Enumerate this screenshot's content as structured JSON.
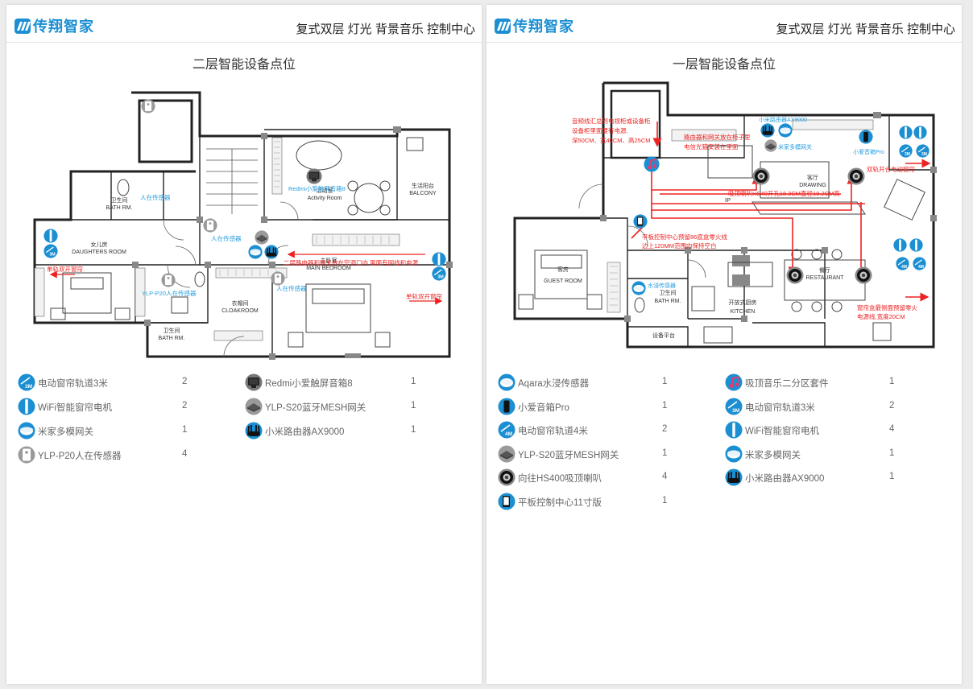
{
  "brand": {
    "name": "传翔智家",
    "color": "#1c8fd3"
  },
  "header_title": "复式双层 灯光 背景音乐 控制中心",
  "colors": {
    "accent": "#1c8fd3",
    "annotation": "#ee2222",
    "label_blue": "#2a9fe0"
  },
  "left": {
    "floor_title": "二层智能设备点位",
    "plan": {
      "rooms": [
        {
          "cn": "卫生间",
          "en": "BATH RM."
        },
        {
          "cn": "女儿房",
          "en": "DAUGHTERS ROOM"
        },
        {
          "cn": "卫生间",
          "en": "BATH RM."
        },
        {
          "cn": "衣帽间",
          "en": "CLOAKROOM"
        },
        {
          "cn": "主卧室",
          "en": "MAIN BEDROOM"
        },
        {
          "cn": "活动室",
          "en": "Activity Room"
        },
        {
          "cn": "生活阳台",
          "en": "BALCONY"
        }
      ],
      "device_labels": [
        "人在传感器",
        "人在传感器",
        "YLP-P20人在传感器",
        "人在传感器",
        "Redmi小爱触屏音箱8"
      ],
      "notes": [
        "二层路由器和网关放在空调口内,里面有网线和电源",
        "单轨双开窗帘",
        "单轨双开窗帘"
      ]
    },
    "legend": [
      {
        "icon": "track-3m-icon",
        "name": "电动窗帘轨道3米",
        "qty": "2"
      },
      {
        "icon": "curtain-motor-icon",
        "name": "WiFi智能窗帘电机",
        "qty": "2"
      },
      {
        "icon": "gateway-icon",
        "name": "米家多模网关",
        "qty": "1"
      },
      {
        "icon": "presence-sensor-icon",
        "name": "YLP-P20人在传感器",
        "qty": "4"
      },
      {
        "icon": "touch-speaker-icon",
        "name": "Redmi小爱触屏音箱8",
        "qty": "1"
      },
      {
        "icon": "mesh-gateway-icon",
        "name": "YLP-S20蓝牙MESH网关",
        "qty": "1"
      },
      {
        "icon": "router-icon",
        "name": "小米路由器AX9000",
        "qty": "1"
      }
    ]
  },
  "right": {
    "floor_title": "一层智能设备点位",
    "plan": {
      "rooms": [
        {
          "cn": "客厅",
          "en": "DRAWING"
        },
        {
          "cn": "客房",
          "en": "GUEST ROOM"
        },
        {
          "cn": "卫生间",
          "en": "BATH RM."
        },
        {
          "cn": "开放式厨房",
          "en": "KITCHEN"
        },
        {
          "cn": "餐厅",
          "en": "RESTAURANT"
        },
        {
          "cn": "设备平台",
          "en": ""
        }
      ],
      "device_labels": [
        "小米路由器AX9000",
        "米家多模网关",
        "小爱音箱Pro",
        "水浸传感器"
      ],
      "notes": [
        "音频线汇总到电视柜或设备柜",
        "设备柜里面要有电源,",
        "深50CM、宽40CM、高25CM",
        "路由器和网关放在柜子里",
        "电信光猫安装在里面",
        "双轨开合电动窗帘",
        "吸顶喇叭HS40开孔18.3CM直径19.2CM高",
        "平板控制中心预留86底盒零火线",
        "边上120MM范围内保持空白",
        "窗帘盒最侧面预留零火",
        "电源线,宽度20CM"
      ],
      "ip": "IP"
    },
    "legend": [
      {
        "icon": "water-sensor-icon",
        "name": "Aqara水浸传感器",
        "qty": "1"
      },
      {
        "icon": "speaker-pro-icon",
        "name": "小爱音箱Pro",
        "qty": "1"
      },
      {
        "icon": "track-4m-icon",
        "name": "电动窗帘轨道4米",
        "qty": "2"
      },
      {
        "icon": "mesh-gateway-icon",
        "name": "YLP-S20蓝牙MESH网关",
        "qty": "1"
      },
      {
        "icon": "ceiling-speaker-icon",
        "name": "向往HS400吸顶喇叭",
        "qty": "4"
      },
      {
        "icon": "tablet-panel-icon",
        "name": "平板控制中心11寸版",
        "qty": "1"
      },
      {
        "icon": "music-kit-icon",
        "name": "吸顶音乐二分区套件",
        "qty": "1"
      },
      {
        "icon": "track-3m-icon",
        "name": "电动窗帘轨道3米",
        "qty": "2"
      },
      {
        "icon": "curtain-motor-icon",
        "name": "WiFi智能窗帘电机",
        "qty": "4"
      },
      {
        "icon": "gateway-icon",
        "name": "米家多模网关",
        "qty": "1"
      },
      {
        "icon": "router-icon",
        "name": "小米路由器AX9000",
        "qty": "1"
      }
    ]
  }
}
